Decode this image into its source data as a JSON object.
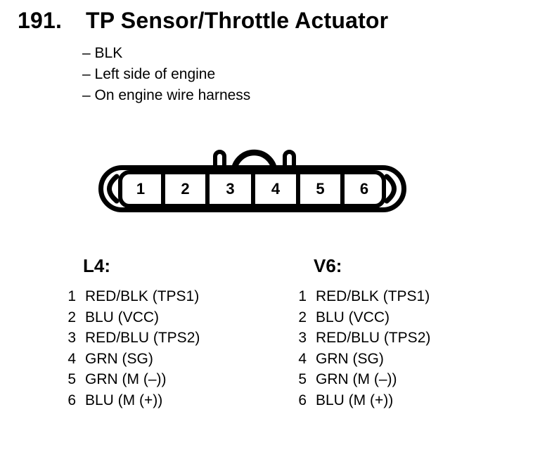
{
  "document": {
    "item_number": "191.",
    "title": "TP Sensor/Throttle Actuator",
    "notes": [
      "– BLK",
      "– Left side of engine",
      "– On engine wire harness"
    ]
  },
  "connector": {
    "pins": [
      "1",
      "2",
      "3",
      "4",
      "5",
      "6"
    ]
  },
  "pinouts": [
    {
      "engine": "L4:",
      "rows": [
        {
          "pin": "1",
          "desc": "RED/BLK (TPS1)"
        },
        {
          "pin": "2",
          "desc": "BLU (VCC)"
        },
        {
          "pin": "3",
          "desc": "RED/BLU (TPS2)"
        },
        {
          "pin": "4",
          "desc": "GRN (SG)"
        },
        {
          "pin": "5",
          "desc": "GRN (M (–))"
        },
        {
          "pin": "6",
          "desc": "BLU (M (+))"
        }
      ]
    },
    {
      "engine": "V6:",
      "rows": [
        {
          "pin": "1",
          "desc": "RED/BLK (TPS1)"
        },
        {
          "pin": "2",
          "desc": "BLU (VCC)"
        },
        {
          "pin": "3",
          "desc": "RED/BLU (TPS2)"
        },
        {
          "pin": "4",
          "desc": "GRN (SG)"
        },
        {
          "pin": "5",
          "desc": "GRN (M (–))"
        },
        {
          "pin": "6",
          "desc": "BLU (M (+))"
        }
      ]
    }
  ],
  "colors": {
    "ink": "#000000",
    "paper": "#ffffff"
  }
}
